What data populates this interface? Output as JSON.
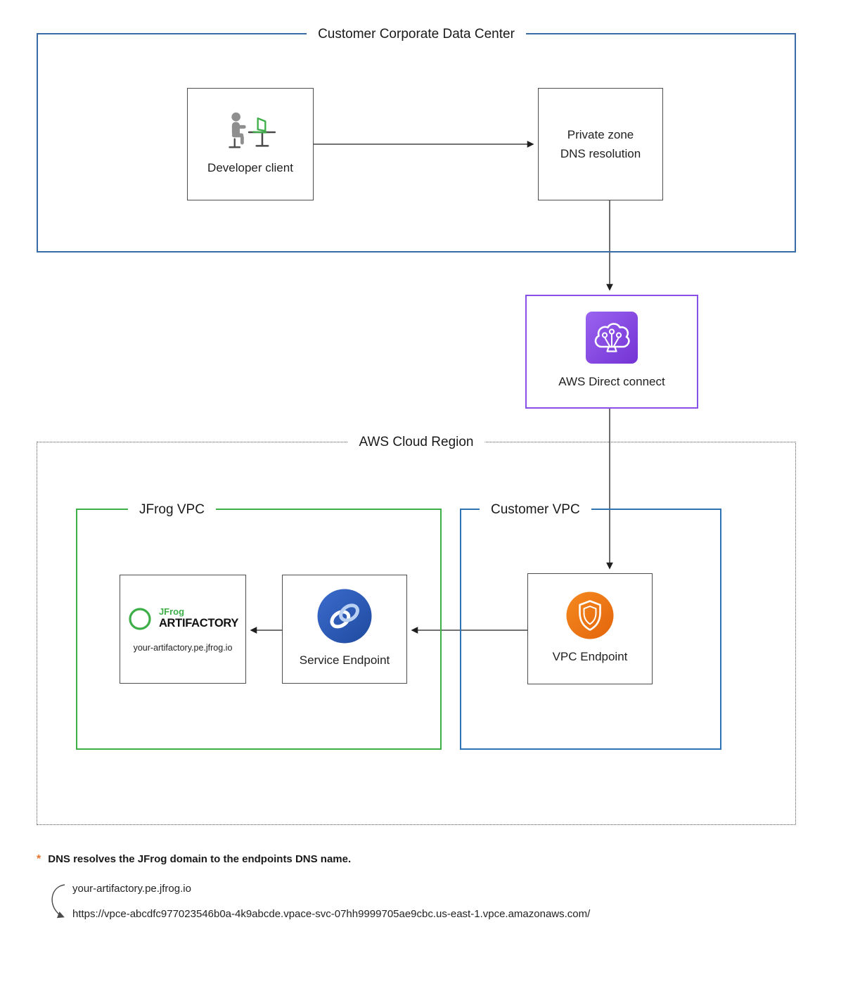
{
  "colors": {
    "data_center_border": "#3a6ba6",
    "direct_connect_border": "#8a4fe8",
    "jfrog_vpc_border": "#3eae49",
    "customer_vpc_border": "#2e74b5",
    "jfrog_green": "#3eae49",
    "service_endpoint_blue": "#2b57ad",
    "vpc_endpoint_orange": "#ec7211",
    "footnote_asterisk": "#e8742c"
  },
  "data_center": {
    "title": "Customer Corporate Data Center",
    "developer_client": {
      "label": "Developer client"
    },
    "dns_resolution": {
      "line1": "Private zone",
      "line2": "DNS resolution"
    }
  },
  "direct_connect": {
    "label": "AWS Direct connect"
  },
  "cloud_region": {
    "title": "AWS Cloud Region",
    "jfrog_vpc": {
      "title": "JFrog VPC",
      "artifactory": {
        "brand_name": "JFrog",
        "brand_product": "ARTIFACTORY",
        "hostname": "your-artifactory.pe.jfrog.io"
      },
      "service_endpoint": {
        "label": "Service Endpoint"
      }
    },
    "customer_vpc": {
      "title": "Customer VPC",
      "vpc_endpoint": {
        "label": "VPC Endpoint"
      }
    }
  },
  "footnote": {
    "marker": "*",
    "note": "DNS resolves the JFrog domain to the endpoints DNS name.",
    "domain": "your-artifactory.pe.jfrog.io",
    "resolved_url": "https://vpce-abcdfc977023546b0a-4k9abcde.vpace-svc-07hh9999705ae9cbc.us-east-1.vpce.amazonaws.com/"
  }
}
